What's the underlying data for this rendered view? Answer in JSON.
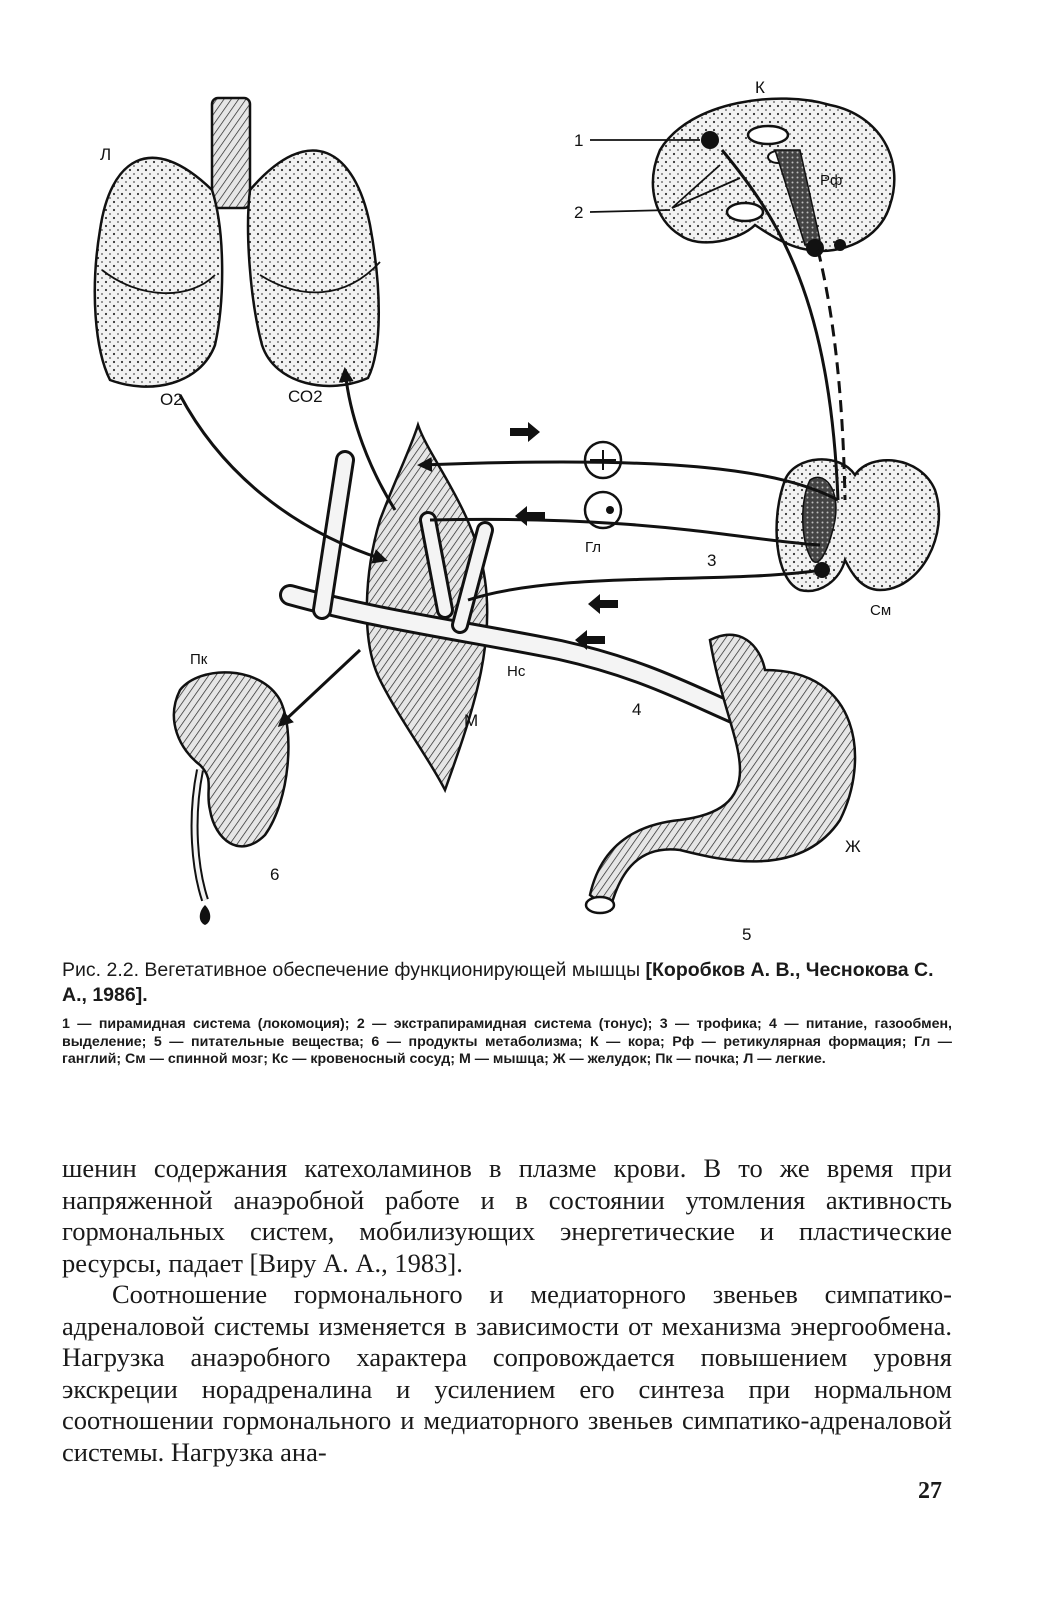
{
  "figure": {
    "labels": {
      "lungs": "Л",
      "cortex": "К",
      "reticular": "Рф",
      "ref1": "1",
      "ref2": "2",
      "ref3": "3",
      "ref4": "4",
      "ref5": "5",
      "ref6": "6",
      "o2": "О2",
      "co2": "СО2",
      "ganglion": "Гл",
      "spinal": "См",
      "kidney": "Пк",
      "vessel": "Нс",
      "muscle": "М",
      "stomach": "Ж"
    }
  },
  "caption": {
    "title": "Рис. 2.2. Вегетативное обеспечение функционирующей мышцы",
    "citation": "[Коробков А. В., Чеснокова С. А., 1986].",
    "legend": "1 — пирамидная система (локомоция); 2 — экстрапирамидная система (тонус); 3 — трофика; 4 — питание, газообмен, выделение; 5 — питательные вещества; 6 — продукты метаболизма; К — кора; Рф — ретикулярная формация; Гл — ганглий; См — спинной мозг; Кс — кровеносный сосуд; М — мышца; Ж — желудок; Пк — почка; Л — легкие."
  },
  "body": {
    "paragraph1": "шенин содержания катехоламинов в плазме крови. В то же время при напряженной анаэробной работе и в состоянии утомления активность гормональных систем, мобилизующих энергетические и пластические ресурсы, падает [Виру А. А., 1983].",
    "paragraph2": "Соотношение гормонального и медиаторного звеньев симпатико-адреналовой системы изменяется в зависимости от механизма энергообмена. Нагрузка анаэробного характера сопровождается повышением уровня экскреции норадреналина и усилением его синтеза при нормальном соотношении гормонального и медиаторного звеньев симпатико-адреналовой системы. Нагрузка ана-"
  },
  "page_number": "27"
}
